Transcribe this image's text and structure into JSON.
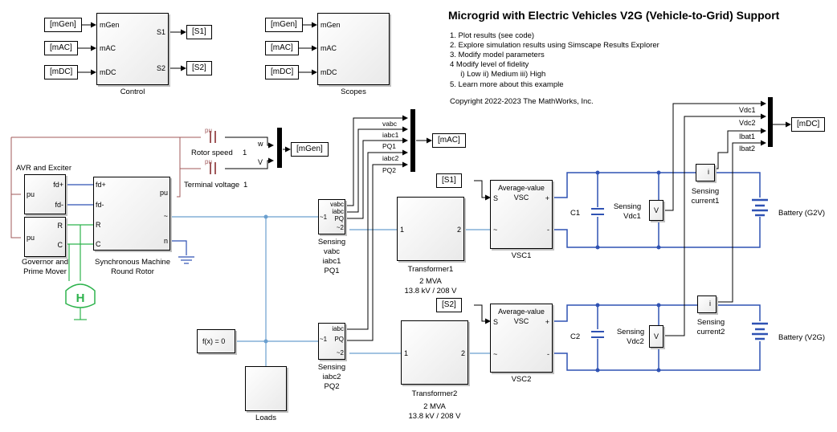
{
  "title": "Microgrid with Electric Vehicles V2G (Vehicle-to-Grid) Support",
  "info_lines": [
    "1. Plot results (see code)",
    "2. Explore simulation results using Simscape Results Explorer",
    "3. Modify model parameters",
    "4  Modify level of fidelity",
    "     i) Low ii) Medium iii) High",
    "5. Learn more about this example",
    "",
    "Copyright 2022-2023 The MathWorks, Inc."
  ],
  "control": {
    "label": "Control",
    "in_ports": [
      "mGen",
      "mAC",
      "mDC"
    ],
    "out_ports": [
      "S1",
      "S2"
    ],
    "in_tags": [
      "[mGen]",
      "[mAC]",
      "[mDC]"
    ],
    "out_tags": [
      "[S1]",
      "[S2]"
    ]
  },
  "scopes": {
    "label": "Scopes",
    "in_ports": [
      "mGen",
      "mAC",
      "mDC"
    ],
    "in_tags": [
      "[mGen]",
      "[mAC]",
      "[mDC]"
    ]
  },
  "avr": {
    "label": "AVR and Exciter",
    "ports": [
      "pu",
      "fd+",
      "fd-"
    ]
  },
  "governor": {
    "label_line1": "Governor and",
    "label_line2": "Prime Mover",
    "ports": [
      "pu",
      "R",
      "C"
    ]
  },
  "machine": {
    "label_line1": "Synchronous Machine",
    "label_line2": "Round Rotor",
    "ports": [
      "fd+",
      "fd-",
      "R",
      "C",
      "pu",
      "~",
      "n"
    ]
  },
  "pu_blocks": [
    {
      "text": "pu",
      "sub": "→←",
      "label": "Rotor speed",
      "gain": "1"
    },
    {
      "text": "pu",
      "sub": "→←",
      "label": "Terminal voltage",
      "gain": "1"
    }
  ],
  "gen_mux": {
    "ports": [
      "w",
      "V"
    ],
    "tag": "[mGen]"
  },
  "hydro_symbol": "H",
  "sensing1": {
    "ports": [
      "vabc",
      "iabc",
      "PQ",
      "~1",
      "~2"
    ],
    "label": [
      "Sensing",
      "vabc",
      "iabc1",
      "PQ1"
    ]
  },
  "sensing2": {
    "ports": [
      "iabc",
      "PQ",
      "~1",
      "~2"
    ],
    "label": [
      "Sensing",
      "iabc2",
      "PQ2"
    ]
  },
  "ac_mux": {
    "signals": [
      "vabc",
      "iabc1",
      "PQ1",
      "iabc2",
      "PQ2"
    ],
    "tag": "[mAC]"
  },
  "fx_block": "f(x) = 0",
  "loads": {
    "label": "Loads"
  },
  "transformer1": {
    "label": "Transformer1",
    "rating": "2 MVA",
    "voltage": "13.8 kV / 208 V",
    "ports": [
      "1",
      "2"
    ]
  },
  "transformer2": {
    "label": "Transformer2",
    "rating": "2 MVA",
    "voltage": "13.8 kV / 208 V",
    "ports": [
      "1",
      "2"
    ]
  },
  "vsc1": {
    "in_tag": "[S1]",
    "title1": "Average-value",
    "title2": "VSC",
    "label": "VSC1",
    "ports": [
      "S",
      "+",
      "~",
      "-"
    ]
  },
  "vsc2": {
    "in_tag": "[S2]",
    "title1": "Average-value",
    "title2": "VSC",
    "label": "VSC2",
    "ports": [
      "S",
      "+",
      "~",
      "-"
    ]
  },
  "c1": "C1",
  "c2": "C2",
  "sensing_vdc1": {
    "label1": "Sensing",
    "label2": "Vdc1",
    "sym": "V"
  },
  "sensing_vdc2": {
    "label1": "Sensing",
    "label2": "Vdc2",
    "sym": "V"
  },
  "sensing_cur1": {
    "label1": "Sensing",
    "label2": "current1",
    "sym": "i"
  },
  "sensing_cur2": {
    "label1": "Sensing",
    "label2": "current2",
    "sym": "i"
  },
  "battery1": "Battery (G2V)",
  "battery2": "Battery (V2G)",
  "dc_mux": {
    "signals": [
      "Vdc1",
      "Vdc2",
      "Ibat1",
      "Ibat2"
    ],
    "tag": "[mDC]"
  }
}
